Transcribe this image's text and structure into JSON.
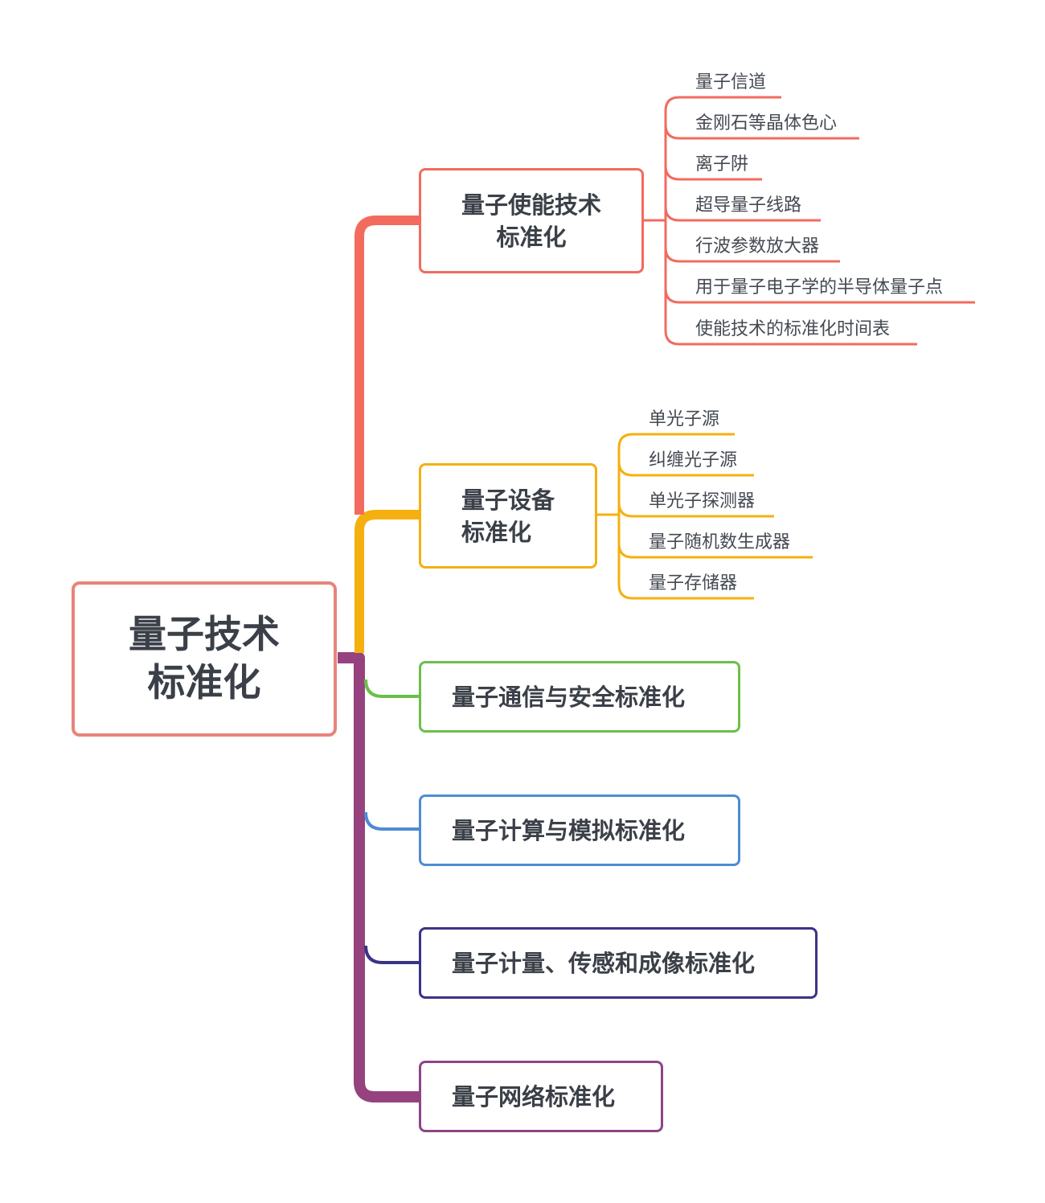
{
  "root": {
    "line1": "量子技术",
    "line2": "标准化"
  },
  "branches": [
    {
      "line1": "量子使能技术",
      "line2": "标准化",
      "color": "#f26b5e",
      "children": [
        "量子信道",
        "金刚石等晶体色心",
        "离子阱",
        "超导量子线路",
        "行波参数放大器",
        "用于量子电子学的半导体量子点",
        "使能技术的标准化时间表"
      ]
    },
    {
      "line1": "量子设备",
      "line2": "标准化",
      "color": "#f5b00f",
      "children": [
        "单光子源",
        "纠缠光子源",
        "单光子探测器",
        "量子随机数生成器",
        "量子存储器"
      ]
    },
    {
      "label": "量子通信与安全标准化",
      "color": "#6cbf4a",
      "children": []
    },
    {
      "label": "量子计算与模拟标准化",
      "color": "#4f8bd4",
      "children": []
    },
    {
      "label": "量子计量、传感和成像标准化",
      "color": "#3b3387",
      "children": []
    },
    {
      "label": "量子网络标准化",
      "color": "#8e4488",
      "children": []
    }
  ],
  "trunk_colors": {
    "upper": "#f26b5e",
    "mid": "#f5b00f",
    "lower": "#95427f"
  }
}
